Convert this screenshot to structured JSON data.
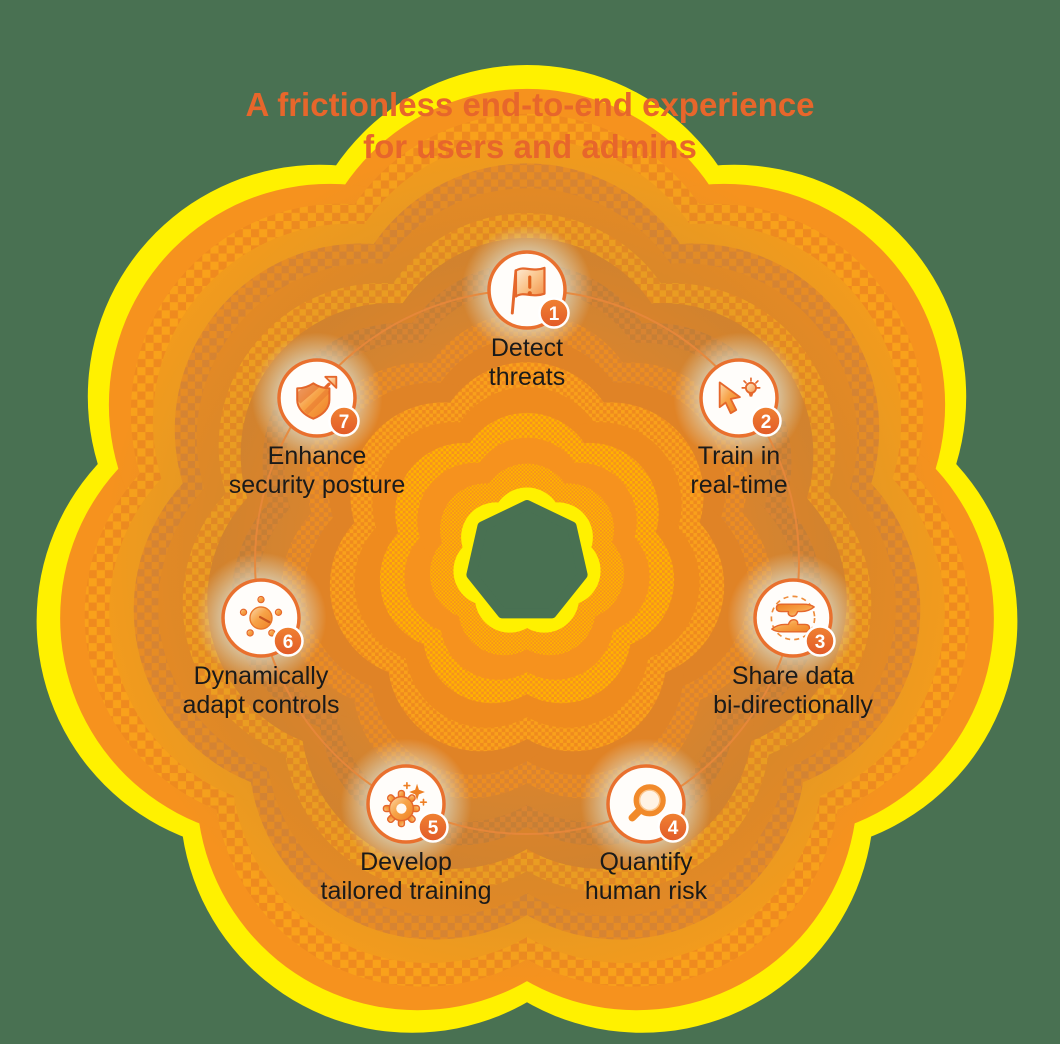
{
  "title": {
    "line1": "A frictionless end-to-end experience",
    "line2": "for users and admins"
  },
  "steps": [
    {
      "number": "1",
      "line1": "Detect",
      "line2": "threats",
      "icon": "flag-alert-icon"
    },
    {
      "number": "2",
      "line1": "Train in",
      "line2": "real-time",
      "icon": "cursor-lightbulb-icon"
    },
    {
      "number": "3",
      "line1": "Share data",
      "line2": "bi-directionally",
      "icon": "hands-exchange-icon"
    },
    {
      "number": "4",
      "line1": "Quantify",
      "line2": "human risk",
      "icon": "magnifier-icon"
    },
    {
      "number": "5",
      "line1": "Develop",
      "line2": "tailored training",
      "icon": "gear-sparkles-icon"
    },
    {
      "number": "6",
      "line1": "Dynamically",
      "line2": "adapt controls",
      "icon": "dial-icon"
    },
    {
      "number": "7",
      "line1": "Enhance",
      "line2": "security posture",
      "icon": "shield-arrow-icon"
    }
  ],
  "colors": {
    "background": "#497152",
    "flower_yellow": "#FFF100",
    "flower_orange": "#F6921E",
    "accent_orange": "#E5672B",
    "title_orange": "#E7662B",
    "badge_orange": "#E8682C",
    "label_black": "#1A1A1A",
    "glow_tint": "#DCEAE3"
  }
}
